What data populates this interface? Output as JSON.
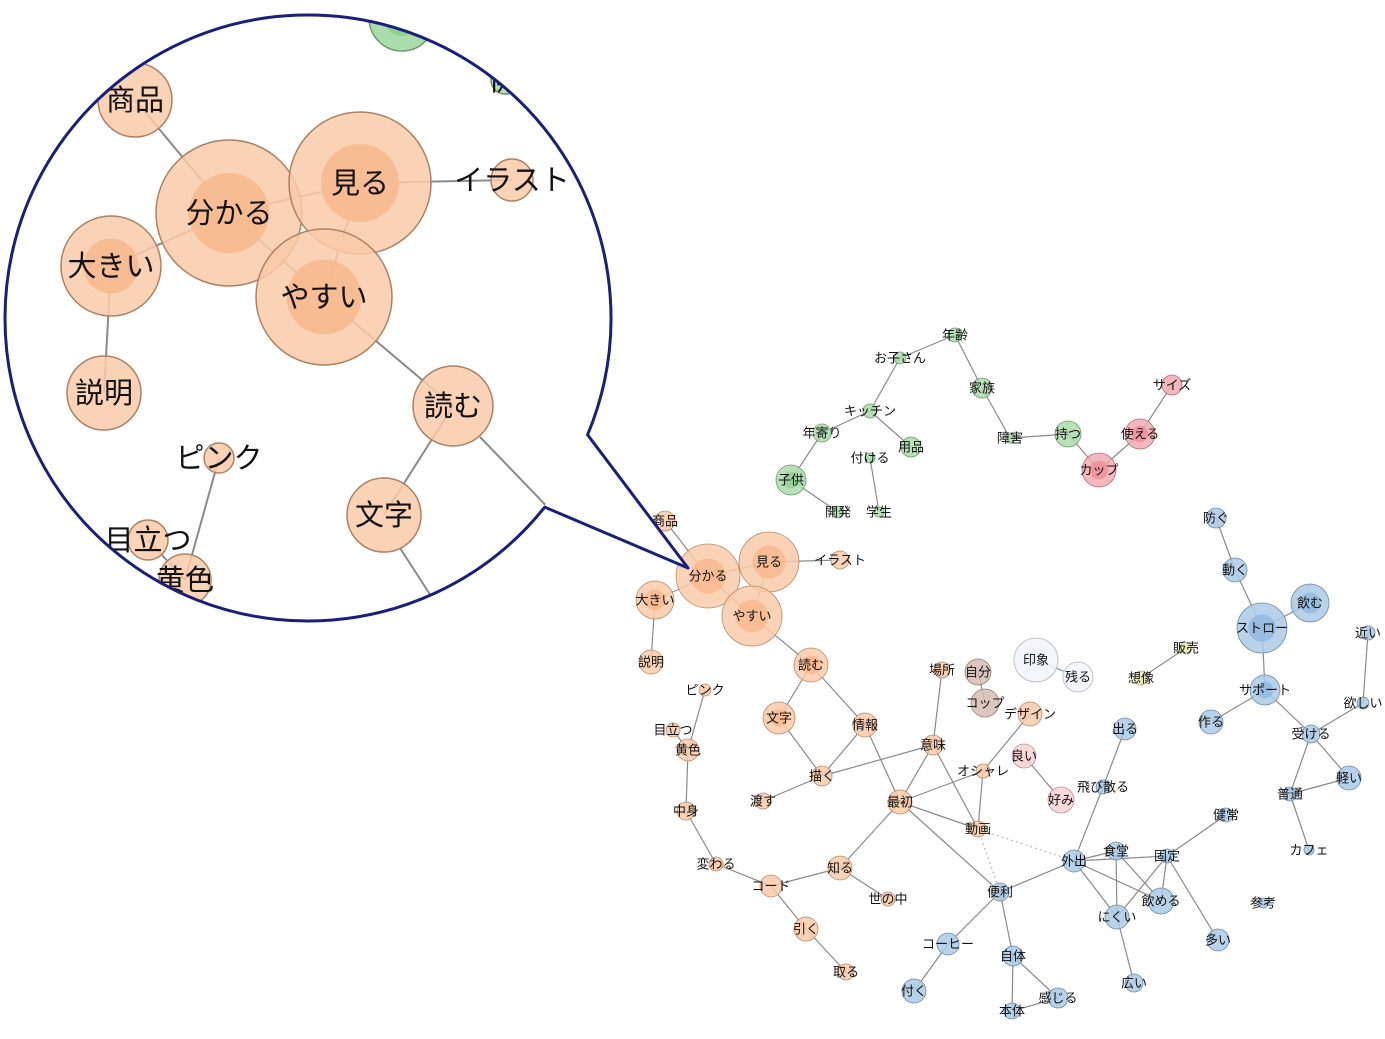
{
  "colors": {
    "orange": "#f7b88c",
    "green": "#8fd08f",
    "red": "#ec8f97",
    "blue": "#8fb8de",
    "brown": "#c7a79c",
    "pink": "#f4c1c6",
    "yellow": "#dede94",
    "white": "#edf2fa",
    "edge": "#8a8a8a",
    "callout_border": "#1a1f7a"
  },
  "nodes": [
    {
      "id": "nenrei",
      "label": "年齢",
      "group": "green"
    },
    {
      "id": "okosan",
      "label": "お子さん",
      "group": "green"
    },
    {
      "id": "kazoku",
      "label": "家族",
      "group": "green"
    },
    {
      "id": "kitchen",
      "label": "キッチン",
      "group": "green"
    },
    {
      "id": "toshiyori",
      "label": "年寄り",
      "group": "green"
    },
    {
      "id": "yohin",
      "label": "用品",
      "group": "green"
    },
    {
      "id": "tsukeru",
      "label": "付ける",
      "group": "green"
    },
    {
      "id": "kodomo",
      "label": "子供",
      "group": "green"
    },
    {
      "id": "kaihatsu",
      "label": "開発",
      "group": "green"
    },
    {
      "id": "gakusei",
      "label": "学生",
      "group": "green"
    },
    {
      "id": "shogai",
      "label": "障害",
      "group": "green"
    },
    {
      "id": "motsu",
      "label": "持つ",
      "group": "green"
    },
    {
      "id": "size",
      "label": "サイズ",
      "group": "red"
    },
    {
      "id": "tsukaeru",
      "label": "使える",
      "group": "red"
    },
    {
      "id": "cup",
      "label": "カップ",
      "group": "red"
    },
    {
      "id": "shohin",
      "label": "商品",
      "group": "orange"
    },
    {
      "id": "wakaru",
      "label": "分かる",
      "group": "orange"
    },
    {
      "id": "miru",
      "label": "見る",
      "group": "orange"
    },
    {
      "id": "illust",
      "label": "イラスト",
      "group": "orange"
    },
    {
      "id": "ookii",
      "label": "大きい",
      "group": "orange"
    },
    {
      "id": "yasui",
      "label": "やすい",
      "group": "orange"
    },
    {
      "id": "setsumei",
      "label": "説明",
      "group": "orange"
    },
    {
      "id": "yomu",
      "label": "読む",
      "group": "orange"
    },
    {
      "id": "pink",
      "label": "ピンク",
      "group": "orange"
    },
    {
      "id": "medatsu",
      "label": "目立つ",
      "group": "orange"
    },
    {
      "id": "kiiro",
      "label": "黄色",
      "group": "orange"
    },
    {
      "id": "moji",
      "label": "文字",
      "group": "orange"
    },
    {
      "id": "joho",
      "label": "情報",
      "group": "orange"
    },
    {
      "id": "nakami",
      "label": "中身",
      "group": "orange"
    },
    {
      "id": "kaku",
      "label": "描く",
      "group": "orange"
    },
    {
      "id": "watasu",
      "label": "渡す",
      "group": "orange"
    },
    {
      "id": "saisho",
      "label": "最初",
      "group": "orange"
    },
    {
      "id": "imi",
      "label": "意味",
      "group": "orange"
    },
    {
      "id": "basho",
      "label": "場所",
      "group": "orange"
    },
    {
      "id": "oshare",
      "label": "オシャレ",
      "group": "orange"
    },
    {
      "id": "douga",
      "label": "動画",
      "group": "orange"
    },
    {
      "id": "design",
      "label": "デザイン",
      "group": "orange"
    },
    {
      "id": "kawaru",
      "label": "変わる",
      "group": "orange"
    },
    {
      "id": "code",
      "label": "コード",
      "group": "orange"
    },
    {
      "id": "shiru",
      "label": "知る",
      "group": "orange"
    },
    {
      "id": "yononaka",
      "label": "世の中",
      "group": "orange"
    },
    {
      "id": "hiku",
      "label": "引く",
      "group": "orange"
    },
    {
      "id": "toru",
      "label": "取る",
      "group": "orange"
    },
    {
      "id": "jibun",
      "label": "自分",
      "group": "brown"
    },
    {
      "id": "koppu",
      "label": "コップ",
      "group": "brown"
    },
    {
      "id": "insho",
      "label": "印象",
      "group": "white"
    },
    {
      "id": "nokoru",
      "label": "残る",
      "group": "white"
    },
    {
      "id": "yoi",
      "label": "良い",
      "group": "pink"
    },
    {
      "id": "konomi",
      "label": "好み",
      "group": "pink"
    },
    {
      "id": "hanbai",
      "label": "販売",
      "group": "yellow"
    },
    {
      "id": "sozo",
      "label": "想像",
      "group": "yellow"
    },
    {
      "id": "fusegu",
      "label": "防ぐ",
      "group": "blue"
    },
    {
      "id": "ugoku",
      "label": "動く",
      "group": "blue"
    },
    {
      "id": "nomu",
      "label": "飲む",
      "group": "blue"
    },
    {
      "id": "straw",
      "label": "ストロー",
      "group": "blue"
    },
    {
      "id": "chikai",
      "label": "近い",
      "group": "blue"
    },
    {
      "id": "support",
      "label": "サポート",
      "group": "blue"
    },
    {
      "id": "tsukuru",
      "label": "作る",
      "group": "blue"
    },
    {
      "id": "hoshii",
      "label": "欲しい",
      "group": "blue"
    },
    {
      "id": "ukeru",
      "label": "受ける",
      "group": "blue"
    },
    {
      "id": "deru",
      "label": "出る",
      "group": "blue"
    },
    {
      "id": "karui",
      "label": "軽い",
      "group": "blue"
    },
    {
      "id": "tobichiru",
      "label": "飛び散る",
      "group": "blue"
    },
    {
      "id": "futsu",
      "label": "普通",
      "group": "blue"
    },
    {
      "id": "kenjitsu",
      "label": "健常",
      "group": "blue"
    },
    {
      "id": "cafe",
      "label": "カフェ",
      "group": "blue"
    },
    {
      "id": "shokudo",
      "label": "食堂",
      "group": "blue"
    },
    {
      "id": "kotei",
      "label": "固定",
      "group": "blue"
    },
    {
      "id": "gaishutsu",
      "label": "外出",
      "group": "blue"
    },
    {
      "id": "benri",
      "label": "便利",
      "group": "blue"
    },
    {
      "id": "nomeru",
      "label": "飲める",
      "group": "blue"
    },
    {
      "id": "nikui",
      "label": "にくい",
      "group": "blue"
    },
    {
      "id": "sanko",
      "label": "参考",
      "group": "blue"
    },
    {
      "id": "ooi",
      "label": "多い",
      "group": "blue"
    },
    {
      "id": "coffee",
      "label": "コーヒー",
      "group": "blue"
    },
    {
      "id": "jitai",
      "label": "自体",
      "group": "blue"
    },
    {
      "id": "hiroi",
      "label": "広い",
      "group": "blue"
    },
    {
      "id": "tsuku",
      "label": "付く",
      "group": "blue"
    },
    {
      "id": "kanjiru",
      "label": "感じる",
      "group": "blue"
    },
    {
      "id": "hontai",
      "label": "本体",
      "group": "blue"
    }
  ],
  "edges": [
    [
      "nenrei",
      "okosan"
    ],
    [
      "nenrei",
      "kazoku"
    ],
    [
      "okosan",
      "kitchen"
    ],
    [
      "kazoku",
      "shogai"
    ],
    [
      "shogai",
      "motsu"
    ],
    [
      "motsu",
      "cup"
    ],
    [
      "kitchen",
      "toshiyori"
    ],
    [
      "kitchen",
      "yohin"
    ],
    [
      "toshiyori",
      "kodomo"
    ],
    [
      "kodomo",
      "kaihatsu"
    ],
    [
      "tsukeru",
      "gakusei"
    ],
    [
      "size",
      "tsukaeru"
    ],
    [
      "tsukaeru",
      "cup"
    ],
    [
      "shohin",
      "wakaru"
    ],
    [
      "wakaru",
      "miru"
    ],
    [
      "wakaru",
      "ookii"
    ],
    [
      "wakaru",
      "yasui"
    ],
    [
      "miru",
      "illust"
    ],
    [
      "miru",
      "yasui"
    ],
    [
      "ookii",
      "setsumei"
    ],
    [
      "yasui",
      "yomu"
    ],
    [
      "yomu",
      "moji"
    ],
    [
      "yomu",
      "joho"
    ],
    [
      "pink",
      "kiiro"
    ],
    [
      "medatsu",
      "kiiro"
    ],
    [
      "kiiro",
      "nakami"
    ],
    [
      "nakami",
      "kawaru"
    ],
    [
      "kawaru",
      "code"
    ],
    [
      "code",
      "shiru"
    ],
    [
      "code",
      "hiku"
    ],
    [
      "hiku",
      "toru"
    ],
    [
      "shiru",
      "yononaka"
    ],
    [
      "shiru",
      "saisho"
    ],
    [
      "moji",
      "kaku"
    ],
    [
      "joho",
      "kaku"
    ],
    [
      "joho",
      "saisho"
    ],
    [
      "kaku",
      "watasu"
    ],
    [
      "kaku",
      "imi"
    ],
    [
      "saisho",
      "imi"
    ],
    [
      "saisho",
      "oshare"
    ],
    [
      "imi",
      "basho"
    ],
    [
      "imi",
      "douga"
    ],
    [
      "oshare",
      "design"
    ],
    [
      "oshare",
      "douga"
    ],
    [
      "saisho",
      "douga"
    ],
    [
      "saisho",
      "benri"
    ],
    [
      "jibun",
      "koppu"
    ],
    [
      "insho",
      "nokoru"
    ],
    [
      "yoi",
      "konomi"
    ],
    [
      "hanbai",
      "sozo"
    ],
    [
      "fusegu",
      "ugoku"
    ],
    [
      "ugoku",
      "straw"
    ],
    [
      "nomu",
      "straw"
    ],
    [
      "straw",
      "support"
    ],
    [
      "support",
      "tsukuru"
    ],
    [
      "support",
      "ukeru"
    ],
    [
      "chikai",
      "hoshii"
    ],
    [
      "hoshii",
      "ukeru"
    ],
    [
      "ukeru",
      "karui"
    ],
    [
      "ukeru",
      "futsu"
    ],
    [
      "futsu",
      "cafe"
    ],
    [
      "futsu",
      "karui"
    ],
    [
      "deru",
      "tobichiru"
    ],
    [
      "tobichiru",
      "gaishutsu"
    ],
    [
      "kenjitsu",
      "kotei"
    ],
    [
      "gaishutsu",
      "shokudo"
    ],
    [
      "gaishutsu",
      "kotei"
    ],
    [
      "gaishutsu",
      "benri"
    ],
    [
      "gaishutsu",
      "nikui"
    ],
    [
      "gaishutsu",
      "nomeru"
    ],
    [
      "shokudo",
      "nikui"
    ],
    [
      "shokudo",
      "nomeru"
    ],
    [
      "kotei",
      "nomeru"
    ],
    [
      "kotei",
      "nikui"
    ],
    [
      "kotei",
      "ooi"
    ],
    [
      "nikui",
      "hiroi"
    ],
    [
      "benri",
      "coffee"
    ],
    [
      "benri",
      "jitai"
    ],
    [
      "coffee",
      "tsuku"
    ],
    [
      "jitai",
      "kanjiru"
    ],
    [
      "jitai",
      "hontai"
    ],
    [
      "hontai",
      "kanjiru"
    ]
  ],
  "dotted_edges": [
    [
      "douga",
      "gaishutsu"
    ],
    [
      "douga",
      "benri"
    ]
  ],
  "callout": {
    "nodes": [
      {
        "id": "shohin",
        "label": "商品"
      },
      {
        "id": "wakaru",
        "label": "分かる"
      },
      {
        "id": "miru",
        "label": "見る"
      },
      {
        "id": "illust",
        "label": "イラスト"
      },
      {
        "id": "ookii",
        "label": "大きい"
      },
      {
        "id": "yasui",
        "label": "やすい"
      },
      {
        "id": "setsumei",
        "label": "説明"
      },
      {
        "id": "yomu",
        "label": "読む"
      },
      {
        "id": "moji",
        "label": "文字"
      },
      {
        "id": "pink",
        "label": "ピンク"
      },
      {
        "id": "medatsu",
        "label": "目立つ"
      },
      {
        "id": "kiiro",
        "label": "黄色"
      },
      {
        "id": "kaihatsu_partial",
        "label": "開"
      }
    ]
  }
}
